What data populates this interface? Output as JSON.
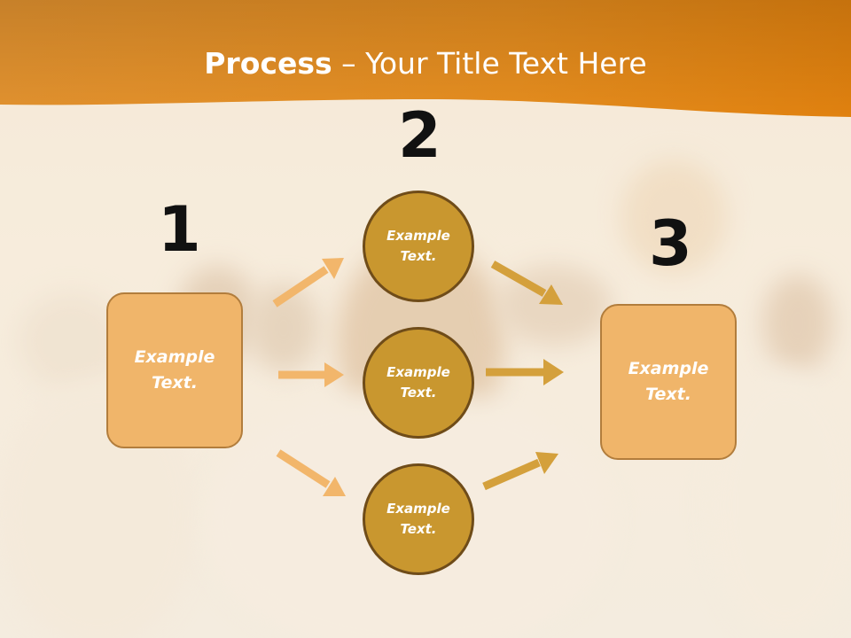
{
  "slide": {
    "title_bold": "Process",
    "title_rest": " – Your Title Text Here",
    "steps": [
      "1",
      "2",
      "3"
    ],
    "left_box": "Example Text.",
    "right_box": "Example Text.",
    "circles": [
      "Example Text.",
      "Example Text.",
      "Example Text."
    ]
  },
  "colors": {
    "header": "#e8921f",
    "box_fill": "#f0b56a",
    "circle_fill": "#c9972f",
    "arrow_light": "#f2b66b",
    "arrow_dark": "#d4a03c"
  }
}
